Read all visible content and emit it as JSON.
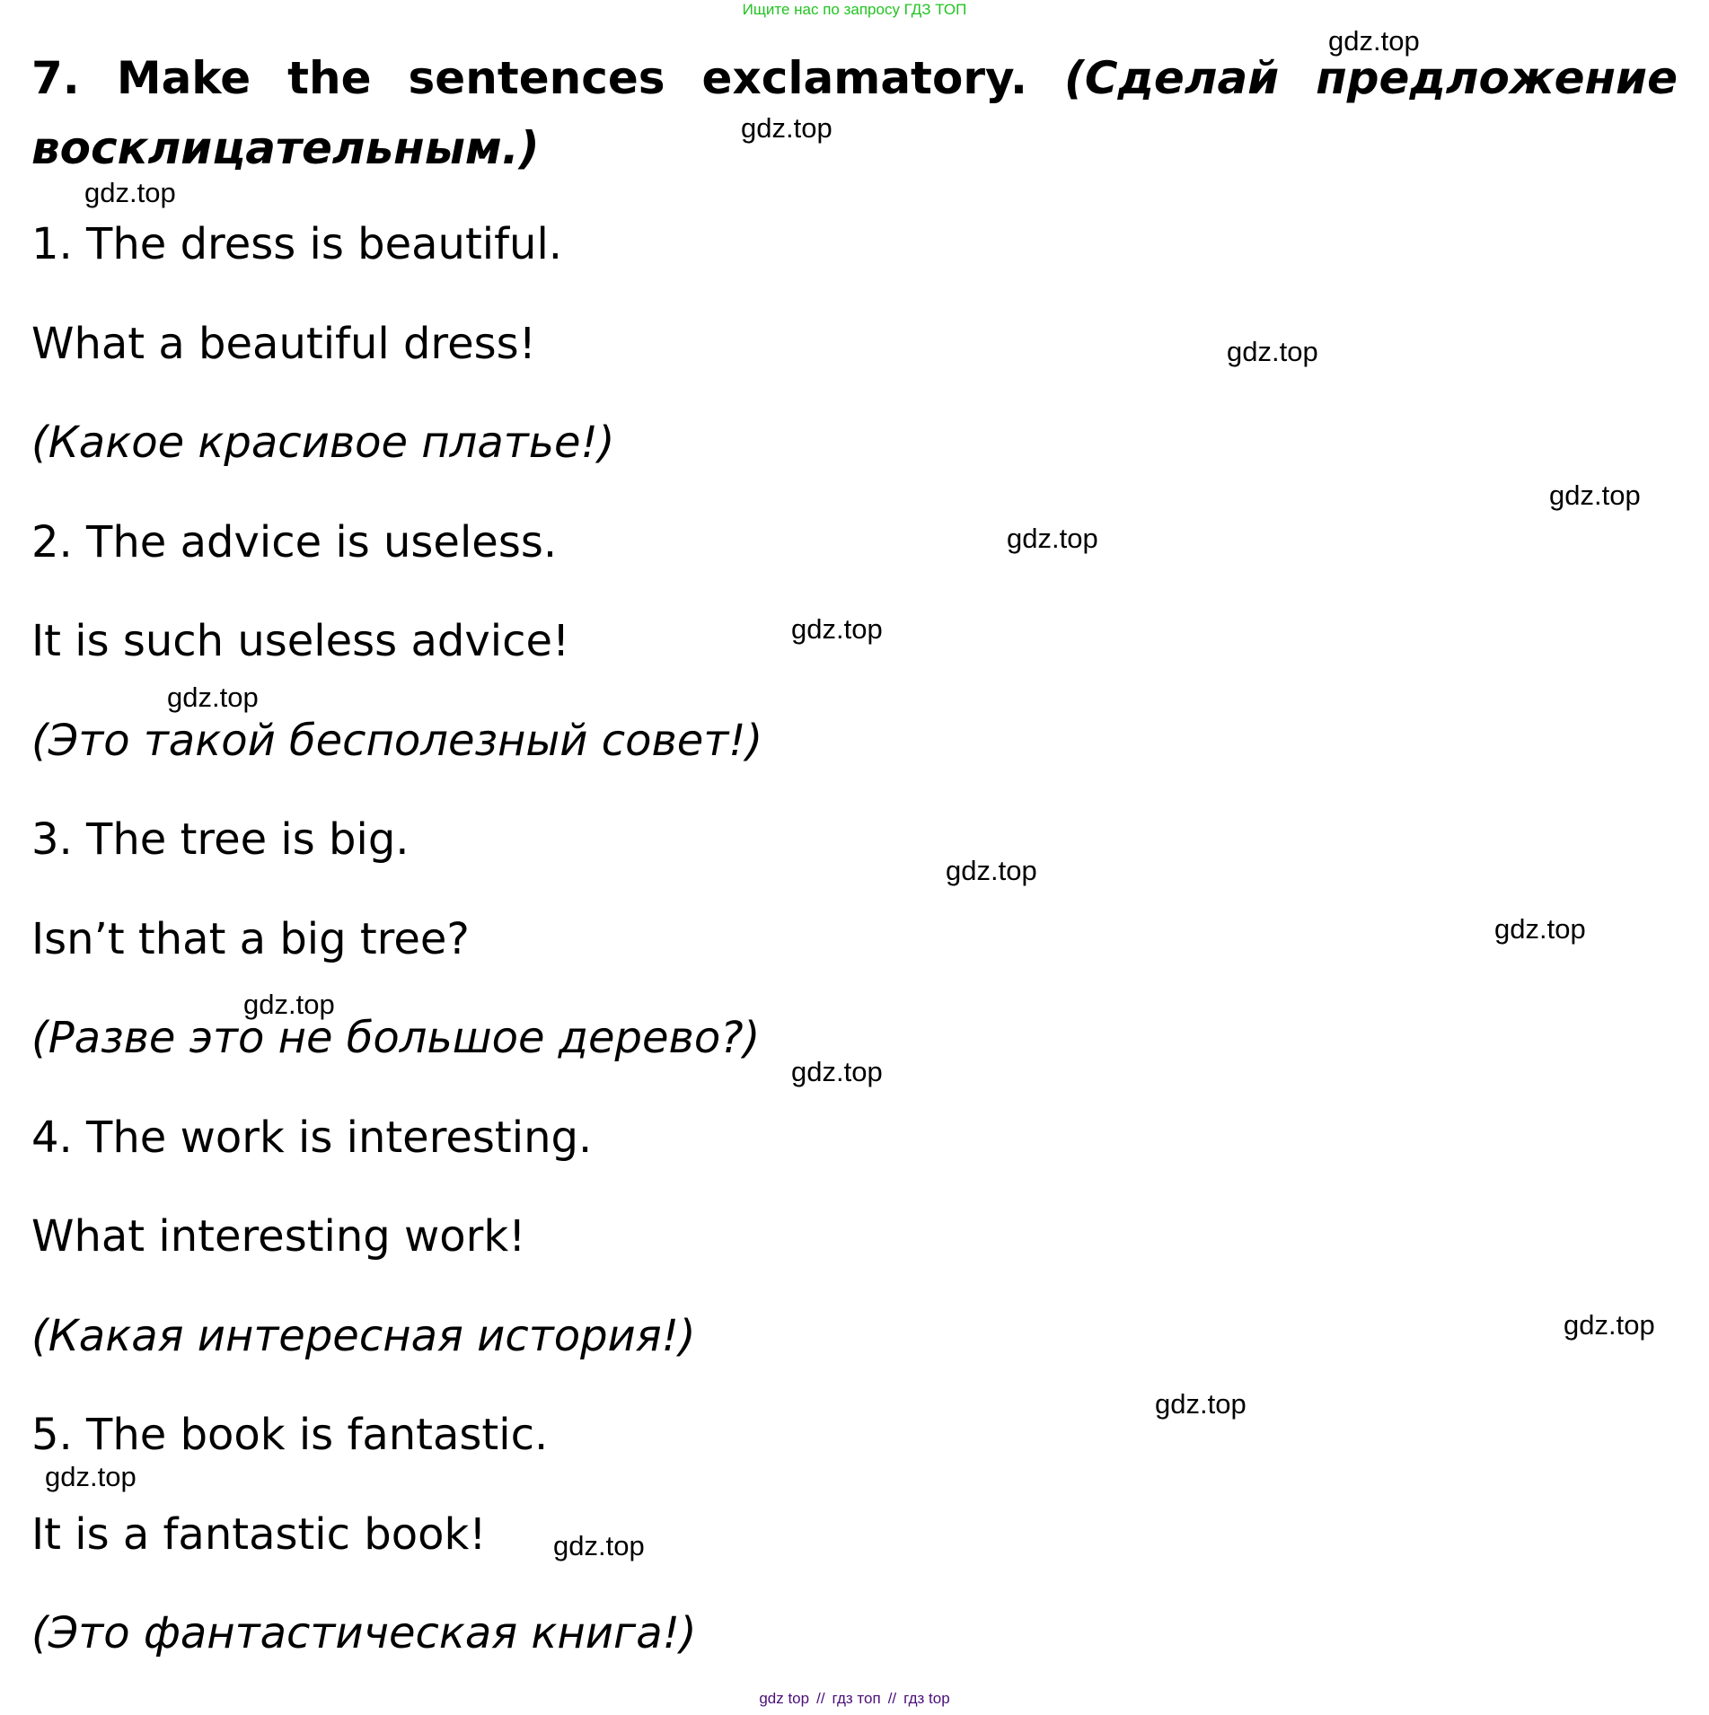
{
  "banner": "Ищите нас по запросу ГДЗ ТОП",
  "task": {
    "number": "7.",
    "instruction_en": "Make the sentences exclamatory.",
    "instruction_ru": "(Сделай предложение восклицательным.)"
  },
  "items": [
    {
      "original": "1. The dress is beautiful.",
      "answer": "What a beautiful dress!",
      "translation": "(Какое красивое платье!)"
    },
    {
      "original": "2. The advice is useless.",
      "answer": "It is such useless advice!",
      "translation": "(Это такой бесполезный совет!)"
    },
    {
      "original": "3. The tree is big.",
      "answer": "Isn’t that a big tree?",
      "translation": "(Разве это не большое дерево?)"
    },
    {
      "original": "4. The work is interesting.",
      "answer": "What interesting work!",
      "translation": "(Какая интересная история!)"
    },
    {
      "original": "5. The book is fantastic.",
      "answer": "It is a fantastic book!",
      "translation": "(Это фантастическая книга!)"
    }
  ],
  "watermark": "gdz.top",
  "footer": {
    "links": [
      "gdz top",
      "гдз топ",
      "гдз top"
    ],
    "separator": "//"
  }
}
